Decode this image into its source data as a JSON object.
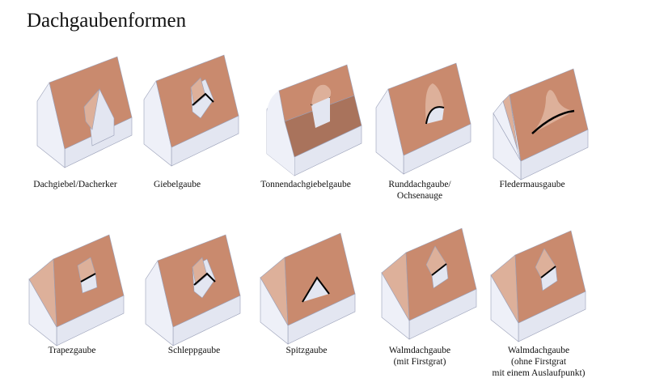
{
  "title": "Dachgaubenformen",
  "colors": {
    "roof": "#c98a6e",
    "roof_light": "#ddb09a",
    "roof_dark": "#a9735c",
    "wall": "#e3e6f1",
    "gable": "#eef0f8",
    "edge": "#9aa0b8"
  },
  "items": [
    {
      "label": "Dachgiebel/Dacherker",
      "type": "gable"
    },
    {
      "label": "Giebelgaube",
      "type": "gable"
    },
    {
      "label": "Tonnendachgiebelgaube",
      "type": "barrel"
    },
    {
      "label": "Runddachgaube/\nOchsenauge",
      "type": "gable"
    },
    {
      "label": "Fledermausgaube",
      "type": "halfhip"
    },
    {
      "label": "Trapezgaube",
      "type": "hip"
    },
    {
      "label": "Schleppgaube",
      "type": "gable"
    },
    {
      "label": "Spitzgaube",
      "type": "hip"
    },
    {
      "label": "Walmdachgaube\n(mit Firstgrat)",
      "type": "hip"
    },
    {
      "label": "Walmdachgaube\n(ohne Firstgrat\nmit einem Auslaufpunkt)",
      "type": "hip"
    }
  ]
}
